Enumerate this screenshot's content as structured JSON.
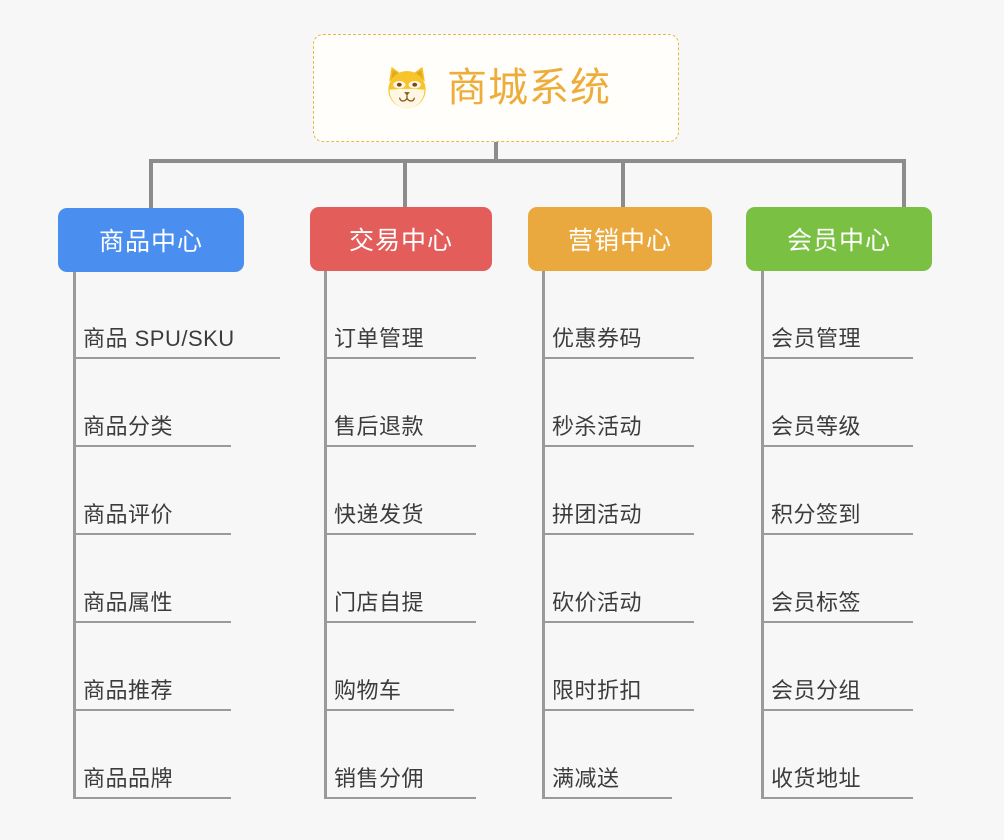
{
  "diagram": {
    "title": "商城系统",
    "background_color": "#f7f7f7",
    "root": {
      "label": "商城系统",
      "icon": "shiba-inu-dog-face-emoji",
      "text_color": "#eead3a",
      "border_color": "#eab54a",
      "background_color": "#fffefb"
    },
    "connector_color": "#8c8c8c",
    "branches": [
      {
        "label": "商品中心",
        "color": "#4a8ef0",
        "items": [
          "商品 SPU/SKU",
          "商品分类",
          "商品评价",
          "商品属性",
          "商品推荐",
          "商品品牌"
        ]
      },
      {
        "label": "交易中心",
        "color": "#e35d5b",
        "items": [
          "订单管理",
          "售后退款",
          "快递发货",
          "门店自提",
          "购物车",
          "销售分佣"
        ]
      },
      {
        "label": "营销中心",
        "color": "#eaa93f",
        "items": [
          "优惠券码",
          "秒杀活动",
          "拼团活动",
          "砍价活动",
          "限时折扣",
          "满减送"
        ]
      },
      {
        "label": "会员中心",
        "color": "#7ac143",
        "items": [
          "会员管理",
          "会员等级",
          "积分签到",
          "会员标签",
          "会员分组",
          "收货地址"
        ]
      }
    ]
  }
}
